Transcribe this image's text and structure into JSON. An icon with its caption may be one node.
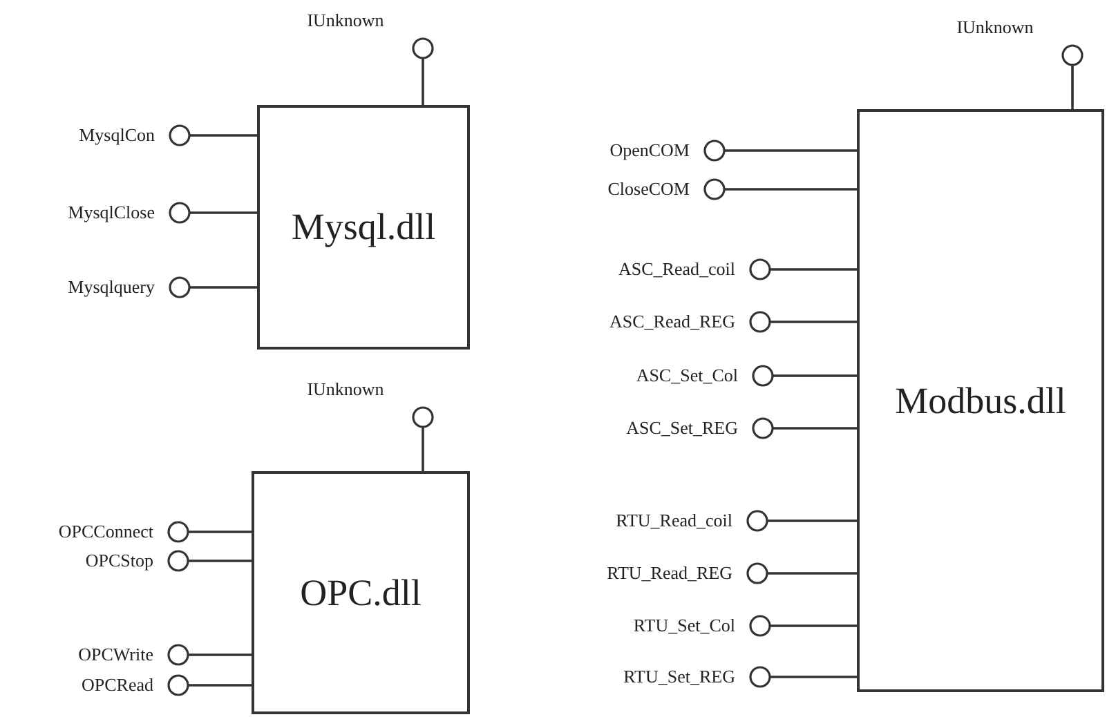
{
  "diagram": {
    "nodes": [
      {
        "text": [],
        "shape": "circle",
        "beside": [
          "IUnknown"
        ]
      },
      {
        "text": [
          "Mysql.dll"
        ]
      },
      {
        "text": [],
        "shape": "circle",
        "beside": [
          "MysqlCon"
        ]
      },
      {
        "text": [],
        "shape": "circle",
        "beside": [
          "MysqlClose"
        ]
      },
      {
        "text": [],
        "shape": "circle",
        "beside": [
          "Mysqlquery"
        ]
      },
      {
        "text": [],
        "shape": "circle",
        "beside": [
          "IUnknown"
        ]
      },
      {
        "text": [
          "OPC.dll"
        ]
      },
      {
        "text": [],
        "shape": "circle",
        "beside": [
          "OPCConnect"
        ]
      },
      {
        "text": [],
        "shape": "circle",
        "beside": [
          "OPCStop"
        ]
      },
      {
        "text": [],
        "shape": "circle",
        "beside": [
          "OPCWrite"
        ]
      },
      {
        "text": [],
        "shape": "circle",
        "beside": [
          "OPCRead"
        ]
      },
      {
        "text": [],
        "shape": "circle",
        "beside": [
          "IUnknown"
        ]
      },
      {
        "text": [
          "Modbus.dll"
        ]
      },
      {
        "text": [],
        "shape": "circle",
        "beside": [
          "OpenCOM"
        ]
      },
      {
        "text": [],
        "shape": "circle",
        "beside": [
          "CloseCOM"
        ]
      },
      {
        "text": [],
        "shape": "circle",
        "beside": [
          "ASC_Read_coil"
        ]
      },
      {
        "text": [],
        "shape": "circle",
        "beside": [
          "ASC_Read_REG"
        ]
      },
      {
        "text": [],
        "shape": "circle",
        "beside": [
          "ASC_Set_Col"
        ]
      },
      {
        "text": [],
        "shape": "circle",
        "beside": [
          "ASC_Set_REG"
        ]
      },
      {
        "text": [],
        "shape": "circle",
        "beside": [
          "RTU_Read_coil"
        ]
      },
      {
        "text": [],
        "shape": "circle",
        "beside": [
          "RTU_Read_REG"
        ]
      },
      {
        "text": [],
        "shape": "circle",
        "beside": [
          "RTU_Set_Col"
        ]
      },
      {
        "text": [],
        "shape": "circle",
        "beside": [
          "RTU_Set_REG"
        ]
      }
    ],
    "edges": [
      {
        "from": 1,
        "to": 0,
        "arrow": "none"
      },
      {
        "from": 1,
        "to": 2,
        "arrow": "none"
      },
      {
        "from": 1,
        "to": 3,
        "arrow": "none"
      },
      {
        "from": 1,
        "to": 4,
        "arrow": "none"
      },
      {
        "from": 6,
        "to": 5,
        "arrow": "none"
      },
      {
        "from": 6,
        "to": 7,
        "arrow": "none"
      },
      {
        "from": 6,
        "to": 8,
        "arrow": "none"
      },
      {
        "from": 6,
        "to": 9,
        "arrow": "none"
      },
      {
        "from": 6,
        "to": 10,
        "arrow": "none"
      },
      {
        "from": 12,
        "to": 11,
        "arrow": "none"
      },
      {
        "from": 12,
        "to": 13,
        "arrow": "none"
      },
      {
        "from": 12,
        "to": 14,
        "arrow": "none"
      },
      {
        "from": 12,
        "to": 15,
        "arrow": "none"
      },
      {
        "from": 12,
        "to": 16,
        "arrow": "none"
      },
      {
        "from": 12,
        "to": 17,
        "arrow": "none"
      },
      {
        "from": 12,
        "to": 18,
        "arrow": "none"
      },
      {
        "from": 12,
        "to": 19,
        "arrow": "none"
      },
      {
        "from": 12,
        "to": 20,
        "arrow": "none"
      },
      {
        "from": 12,
        "to": 21,
        "arrow": "none"
      },
      {
        "from": 12,
        "to": 22,
        "arrow": "none"
      }
    ]
  }
}
